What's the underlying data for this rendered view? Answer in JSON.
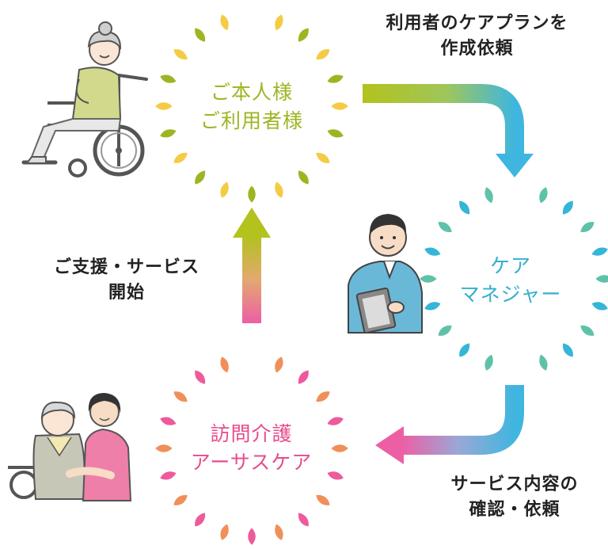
{
  "nodes": {
    "user": {
      "line1": "ご本人様",
      "line2": "ご利用者様",
      "color": "#9bb622",
      "ray_colors": [
        "#9bb622",
        "#f4cb45"
      ]
    },
    "care_manager": {
      "line1": "ケア",
      "line2": "マネジャー",
      "color": "#34b0cc",
      "ray_colors": [
        "#35b5d8",
        "#5fc2a8"
      ]
    },
    "home_care": {
      "line1": "訪問介護",
      "line2": "アーサスケア",
      "color": "#e84c8e",
      "ray_colors": [
        "#ee5a9c",
        "#f08f5a"
      ]
    }
  },
  "edges": {
    "request_plan": {
      "line1": "利用者のケアプランを",
      "line2": "作成依頼"
    },
    "request_service": {
      "line1": "サービス内容の",
      "line2": "確認・依頼"
    },
    "start_support": {
      "line1": "ご支援・サービス",
      "line2": "開始"
    }
  },
  "colors": {
    "green": "#b3c21d",
    "blue": "#3fb6df",
    "pink": "#ec5fa5",
    "text": "#222222"
  },
  "icons": {
    "user": "elderly-woman-wheelchair-icon",
    "care_manager": "care-manager-clipboard-icon",
    "home_care": "caregiver-elderly-icon"
  }
}
